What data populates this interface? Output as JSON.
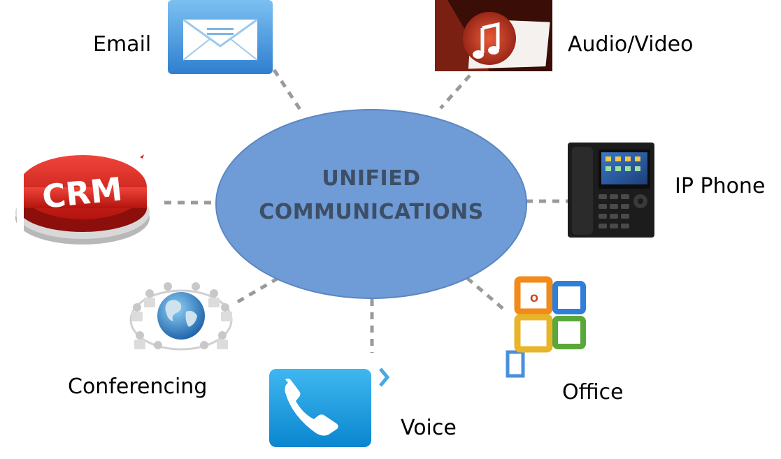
{
  "center": {
    "line1": "UNIFIED",
    "line2": "COMMUNICATIONS"
  },
  "nodes": {
    "email": {
      "label": "Email",
      "icon": "envelope-icon"
    },
    "audio_video": {
      "label": "Audio/Video",
      "icon": "music-note-icon"
    },
    "ip_phone": {
      "label": "IP Phone",
      "icon": "desk-phone-icon"
    },
    "crm": {
      "label": "",
      "icon": "crm-button-icon",
      "icon_text": "CRM"
    },
    "conferencing": {
      "label": "Conferencing",
      "icon": "globe-meeting-icon"
    },
    "voice": {
      "label": "Voice",
      "icon": "handset-icon"
    },
    "office": {
      "label": "Office",
      "icon": "office-logo-icon"
    }
  },
  "colors": {
    "hub_fill": "#6f9bd6",
    "hub_stroke": "#5b86c2",
    "hub_text": "#3d4f66",
    "connector": "#9a9a9a",
    "crm_red": "#d8261f",
    "voice_blue": "#1e9fe3",
    "email_blue": "#3f8fd8"
  }
}
